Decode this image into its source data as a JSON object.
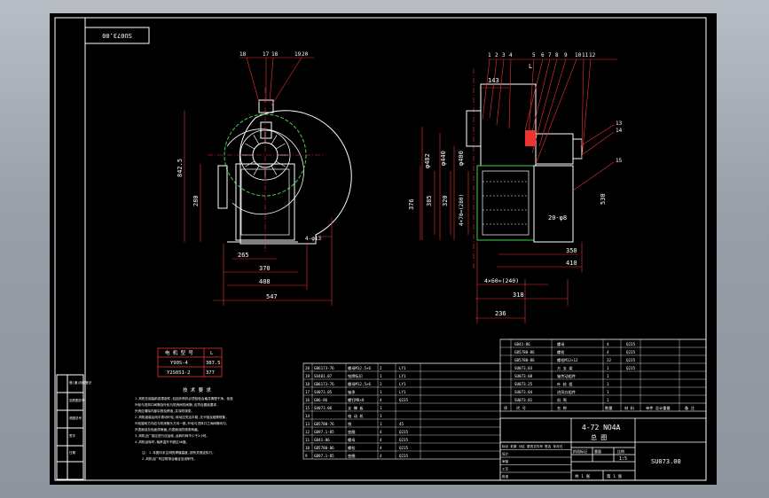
{
  "title_block_top": "SU073.00",
  "drawing_code": "SU073.00",
  "title_name": "4-72 NO4A",
  "title_sub": "总 图",
  "part_numbers_front": [
    "18",
    "17",
    "18",
    "19",
    "20"
  ],
  "part_numbers_side": [
    "1",
    "2",
    "3",
    "4",
    "5",
    "6",
    "7",
    "8",
    "9",
    "10",
    "11",
    "12"
  ],
  "part_numbers_right": [
    "13",
    "14",
    "15"
  ],
  "dims": {
    "d_842_5": "842.5",
    "d_280": "280",
    "d_265": "265",
    "d_370": "370",
    "d_408": "408",
    "d_547": "547",
    "d_4phi13": "4-φ13",
    "d_143": "143",
    "d_phi482": "φ482",
    "d_phi440": "φ440",
    "d_phi400": "φ400",
    "d_376": "376",
    "d_385": "385",
    "d_320": "320",
    "d_4x70": "4×70=(280)",
    "d_350": "350",
    "d_410": "410",
    "d_4x60": "4×60=(240)",
    "d_318": "318",
    "d_236": "236",
    "d_530": "530",
    "d_20phi8": "20-φ8",
    "d_L": "L"
  },
  "motor_table": {
    "headers": [
      "电 机 型 号",
      "L"
    ],
    "rows": [
      [
        "Y90S-4",
        "387.5"
      ],
      [
        "Y2S0S1-2",
        "377"
      ]
    ]
  },
  "notes_title": "技 术 要 求",
  "notes": [
    "1.风机在组装前各零部件,包括外购件必须检验合格并清理干净。检查",
    "  叶轮与进风口间隙及叶轮与机壳间的间隙,应符合图纸要求,",
    "  外壳应清除内部杂物及焊渣,并涂防锈漆。",
    "2.风机组装后用手拨动叶轮,转动应灵活平稳,无卡阻及碰擦现象,",
    "  叶轮旋转方向应与机壳箭头方向一致,叶轮与进风口之间间隙均匀,",
    "  外表面涂灰色面漆两遍,内表面涂防锈漆两遍。",
    "3.风机出厂前应进行试运转,运转时间不少于2小时。",
    "4.风机运转时,轴承温升不超过40度。"
  ],
  "notes_extra": [
    "注: 1.本图中未注明的焊缝高度,按有关规定执行。",
    "    2.风机出厂时应附带合格证及说明书。"
  ],
  "parts_right": [
    [
      "GB41-86",
      "螺母",
      "4",
      "Q235"
    ],
    [
      "GB5780-86",
      "螺栓",
      "4",
      "Q235"
    ],
    [
      "GB5780-86",
      "螺栓M12×12",
      "32",
      "Q235"
    ],
    [
      "SU073.03",
      "方 支 架",
      "1",
      "Q235"
    ],
    [
      "SU073.08",
      "轴传动组件",
      "1",
      ""
    ],
    [
      "SU073.25",
      "叶 轮 组",
      "1",
      ""
    ],
    [
      "SU073.04",
      "进风口组件",
      "1",
      ""
    ],
    [
      "SU073.01",
      "机 壳",
      "1",
      ""
    ]
  ],
  "parts_right_header": [
    "序",
    "代 号",
    "名 称",
    "数量",
    "材 料",
    "单件 总计重量",
    "备 注"
  ],
  "parts_left": [
    [
      "20",
      "GB6173-76",
      "螺母M12.5×6",
      "2",
      "LY1"
    ],
    [
      "19",
      "SU401.07",
      "铭牌标识",
      "1",
      "LY1"
    ],
    [
      "18",
      "GB6173-76",
      "螺母M12.5×6",
      "2",
      "LY1"
    ],
    [
      "17",
      "SU073.05",
      "轴承",
      "1",
      "LY1"
    ],
    [
      "16",
      "GB6-86",
      "螺钉M8×8",
      "4",
      "Q235"
    ],
    [
      "15",
      "SU073.06",
      "支 撑 板",
      "1",
      ""
    ],
    [
      "14",
      "",
      "电 动 机",
      "1",
      ""
    ],
    [
      "13",
      "GB5780-76",
      "销",
      "1",
      "45"
    ],
    [
      "12",
      "GB97.1-85",
      "垫圈",
      "4",
      "Q235"
    ],
    [
      "11",
      "GB41-86",
      "螺母",
      "4",
      "Q235"
    ],
    [
      "10",
      "GB5780-86",
      "螺栓",
      "4",
      "Q235"
    ],
    [
      "9",
      "GB97.1-85",
      "垫圈",
      "4",
      "Q235"
    ]
  ],
  "title_rows": [
    "标记 处数 分区 更改文件号 签名 年月日",
    "设计",
    "审核",
    "工艺",
    "批准"
  ],
  "scale_labels": [
    "阶段标记",
    "重量",
    "比例"
  ],
  "scale_values": [
    "",
    "",
    "1:5"
  ],
  "sheet_info": [
    "共 1 张",
    "第 1 张"
  ],
  "side_strip": [
    "借(通)用件登记",
    "旧底图总号",
    "底图总号",
    "签字",
    "日期"
  ]
}
